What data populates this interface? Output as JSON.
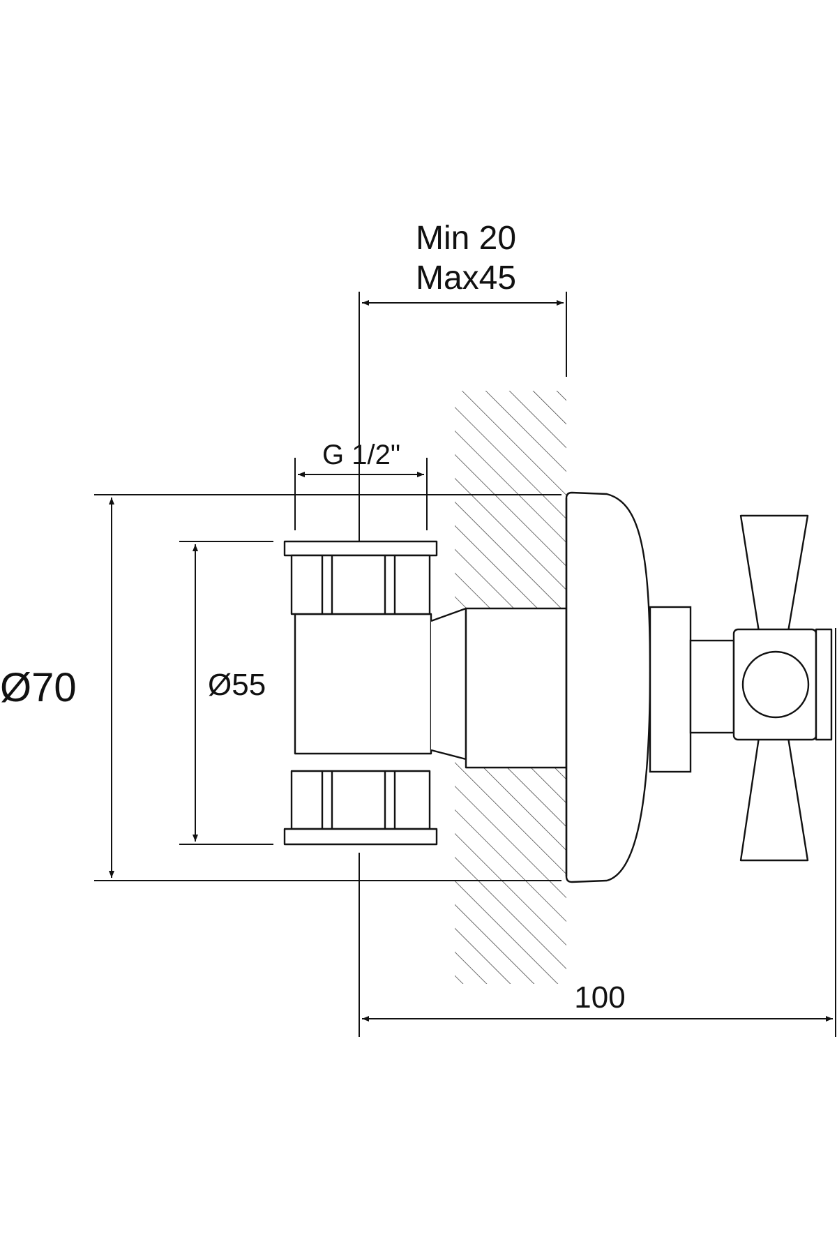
{
  "dimensions": {
    "depth_min": "Min 20",
    "depth_max": "Max45",
    "thread": "G 1/2\"",
    "outer_diameter": "Ø70",
    "inner_diameter": "Ø55",
    "total_length": "100"
  },
  "colors": {
    "line": "#111111",
    "background": "#ffffff"
  }
}
